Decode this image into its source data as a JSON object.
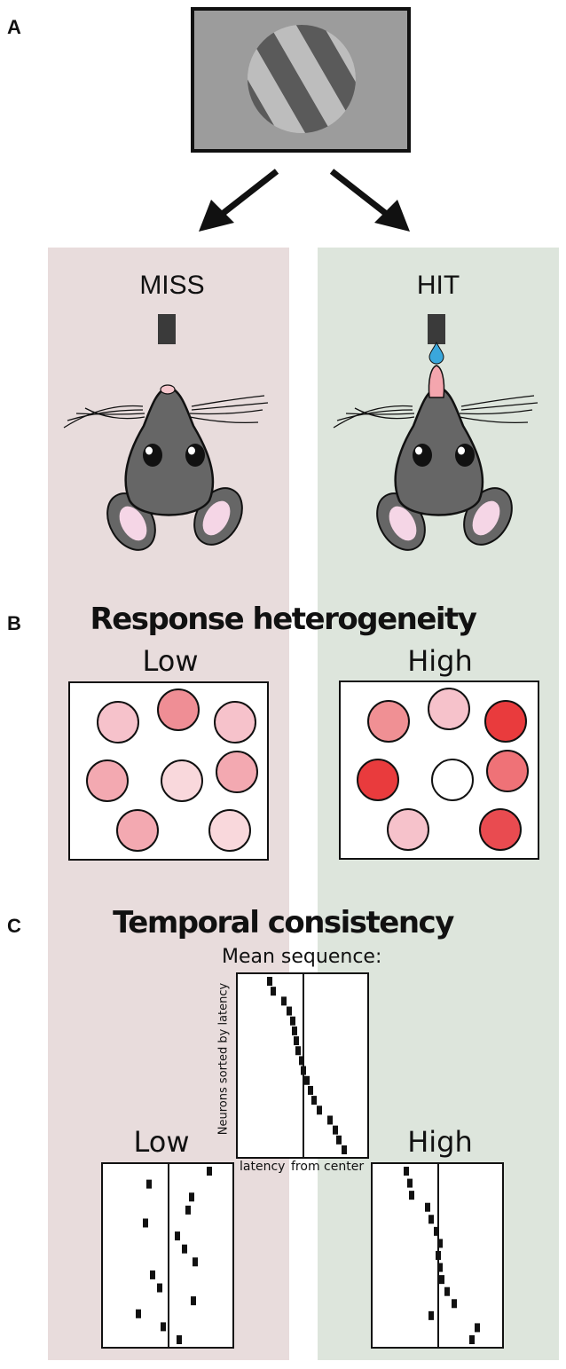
{
  "panels": {
    "a": "A",
    "b": "B",
    "c": "C"
  },
  "outcomes": {
    "miss": "MISS",
    "hit": "HIT"
  },
  "heterogeneity": {
    "title": "Response heterogeneity",
    "low_label": "Low",
    "high_label": "High",
    "low_fill_colors": [
      "#f6c2cb",
      "#ef8e95",
      "#f6c2cb",
      "#f3a9b1",
      "#f9d8dc",
      "#f3a9b1",
      "#f3a9b1",
      "#f9d8dc"
    ],
    "high_fill_colors": [
      "#f09094",
      "#f6c2cb",
      "#e93b3d",
      "#e93b3d",
      "#ffffff",
      "#ef7277",
      "#f6c2cb",
      "#e94b50"
    ]
  },
  "consistency": {
    "title": "Temporal consistency",
    "mean_title": "Mean sequence:",
    "y_axis_label": "Neurons sorted by latency",
    "x_axis_label_left": "latency",
    "x_axis_label_right": "from center",
    "low_label": "Low",
    "high_label": "High"
  },
  "colors": {
    "miss_background": "#e8dcdc",
    "hit_background": "#dde5dc",
    "mouse_fur": "#666666",
    "ear_inner": "#f5d6e6",
    "water_drop": "#3aa7dc",
    "screen_gray": "#9c9c9c"
  }
}
